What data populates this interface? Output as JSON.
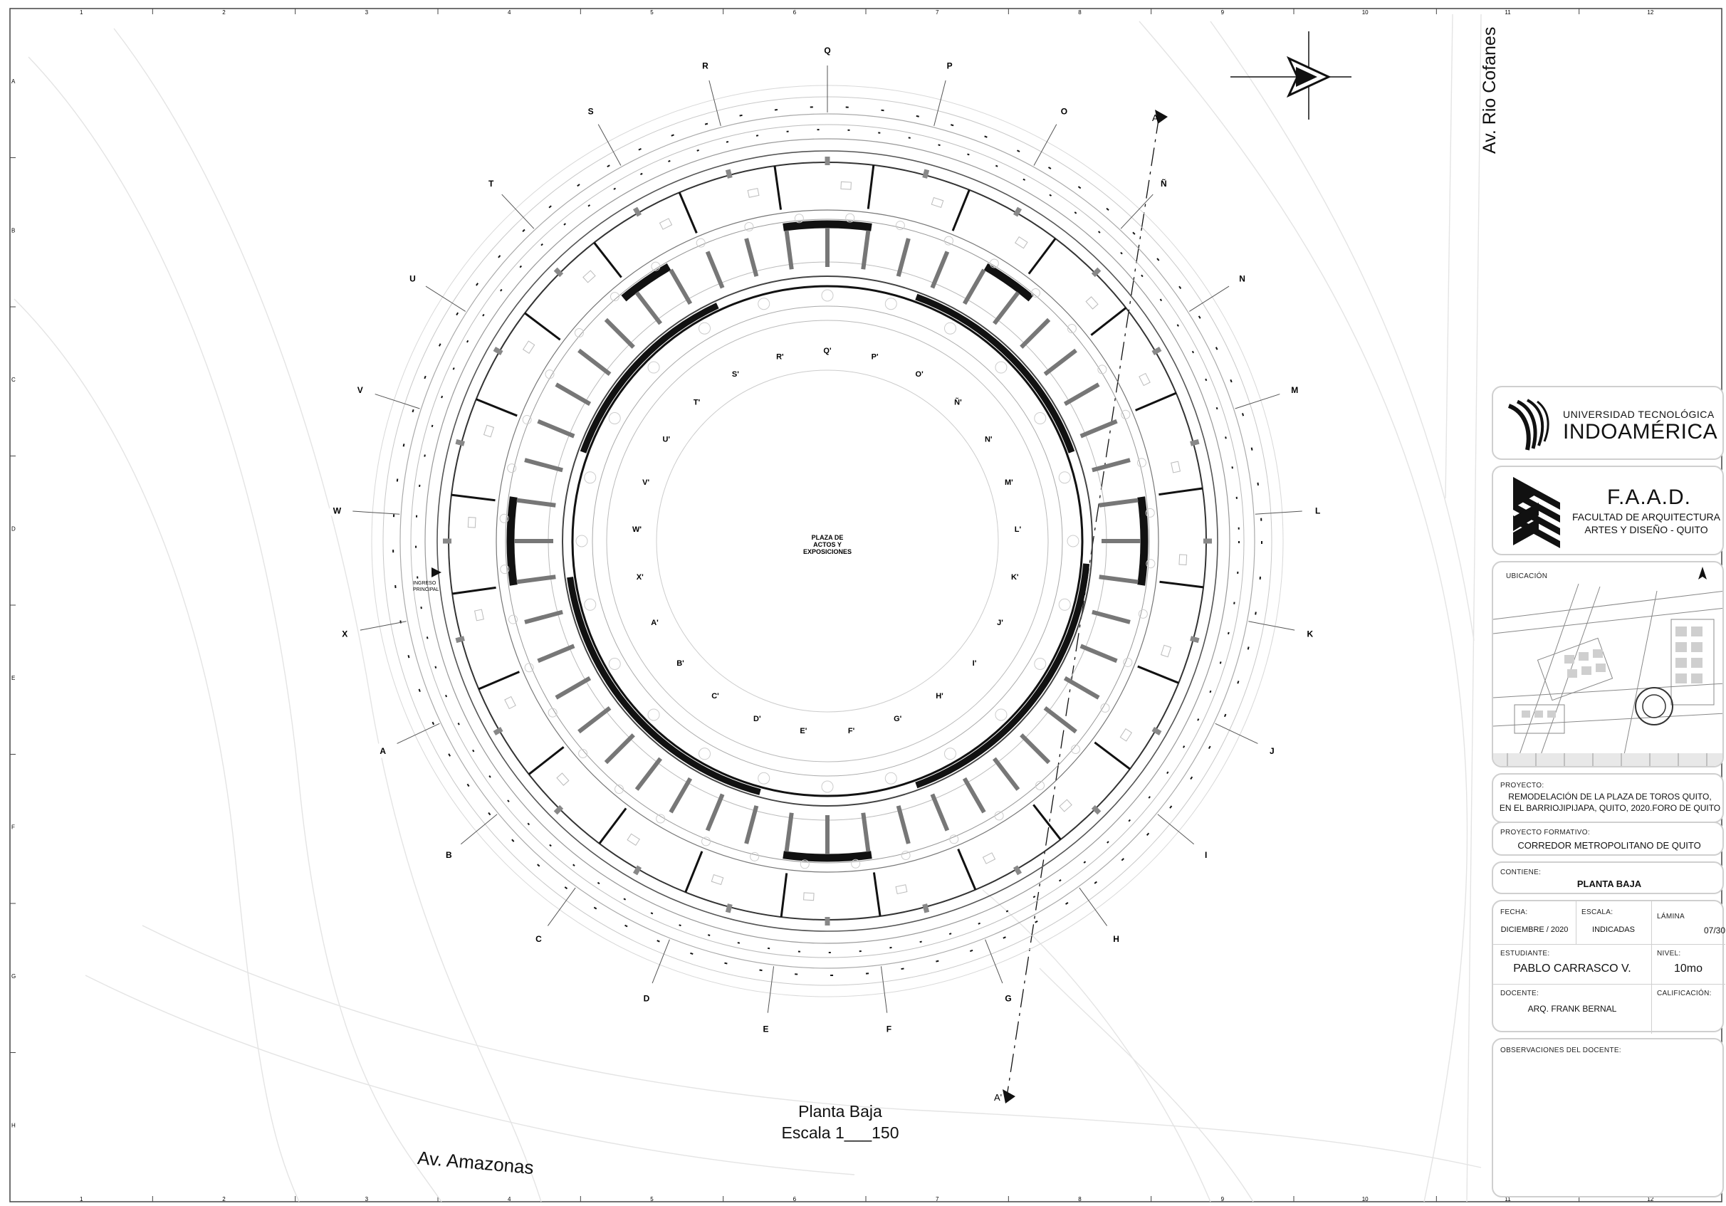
{
  "frame": {
    "columns": [
      "1",
      "2",
      "3",
      "4",
      "5",
      "6",
      "7",
      "8",
      "9",
      "10",
      "11",
      "12"
    ],
    "rows": [
      "A",
      "B",
      "C",
      "D",
      "E",
      "F",
      "G",
      "H"
    ]
  },
  "streets": {
    "east": "Av. Rio Cofanes",
    "south": "Av. Amazonas"
  },
  "plan": {
    "center_label": [
      "PLAZA DE",
      "ACTOS Y",
      "EXPOSICIONES"
    ],
    "title": "Planta Baja",
    "scale": "Escala 1___150",
    "section_marker_top": "A",
    "section_marker_bottom": "A'",
    "outer_axes": [
      "A",
      "B",
      "C",
      "D",
      "E",
      "F",
      "G",
      "H",
      "I",
      "J",
      "K",
      "L",
      "M",
      "N",
      "Ñ",
      "O",
      "P",
      "Q",
      "R",
      "S",
      "T",
      "U",
      "V",
      "W",
      "X"
    ],
    "inner_axes": [
      "A'",
      "B'",
      "C'",
      "D'",
      "E'",
      "F'",
      "G'",
      "H'",
      "I'",
      "J'",
      "K'",
      "L'",
      "M'",
      "N'",
      "Ñ'",
      "O'",
      "P'",
      "Q'",
      "R'",
      "S'",
      "T'",
      "U'",
      "V'",
      "W'",
      "X'"
    ],
    "entrance_label": [
      "INGRESO",
      "PRINCIPAL"
    ]
  },
  "title_block": {
    "university_line1": "UNIVERSIDAD TECNOLÓGICA",
    "university_line2": "INDOAMÉRICA",
    "faculty_abbr": "F.A.A.D.",
    "faculty_line1": "FACULTAD DE ARQUITECTURA",
    "faculty_line2": "ARTES Y DISEÑO - QUITO",
    "location_label": "UBICACIÓN",
    "project_label": "PROYECTO:",
    "project_line1": "REMODELACIÓN DE LA PLAZA DE TOROS QUITO,",
    "project_line2": "EN EL BARRIOJIPIJAPA, QUITO, 2020.FORO DE QUITO",
    "formative_label": "PROYECTO FORMATIVO:",
    "formative_value": "CORREDOR METROPOLITANO DE QUITO",
    "contains_label": "CONTIENE:",
    "contains_value": "PLANTA BAJA",
    "date_label": "FECHA:",
    "date_value": "DICIEMBRE / 2020",
    "scale_label": "ESCALA:",
    "scale_value": "INDICADAS",
    "sheet_label": "LÁMINA",
    "sheet_value": "07/30",
    "student_label": "ESTUDIANTE:",
    "student_value": "PABLO CARRASCO V.",
    "level_label": "NIVEL:",
    "level_value": "10mo",
    "teacher_label": "DOCENTE:",
    "teacher_value": "ARQ. FRANK BERNAL",
    "grade_label": "CALIFICACIÓN:",
    "notes_label": "OBSERVACIONES DEL DOCENTE:"
  }
}
